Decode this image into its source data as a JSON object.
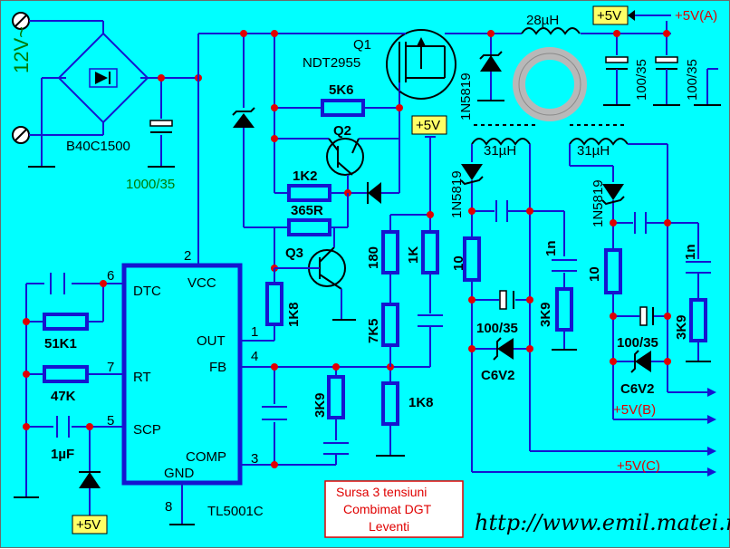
{
  "input": {
    "voltage": "12V~",
    "bridge": "B40C1500",
    "cap": "1000/35"
  },
  "ic": {
    "name": "TL5001C",
    "pins": {
      "dtc": "DTC",
      "vcc": "VCC",
      "rt": "RT",
      "scp": "SCP",
      "out": "OUT",
      "fb": "FB",
      "comp": "COMP",
      "gnd": "GND"
    },
    "pin_numbers": {
      "dtc": "6",
      "vcc": "2",
      "rt": "7",
      "scp": "5",
      "out": "1",
      "fb": "4",
      "comp": "3",
      "gnd": "8"
    }
  },
  "components": {
    "q1": "Q1",
    "q1_part": "NDT2955",
    "q2": "Q2",
    "q3": "Q3",
    "r_5k6": "5K6",
    "r_1k2": "1K2",
    "r_365": "365R",
    "r_1k8_q3": "1K8",
    "r_51k1": "51K1",
    "r_47k": "47K",
    "c_1uf": "1µF",
    "r_180": "180",
    "r_1k": "1K",
    "r_7k5": "7K5",
    "r_1k8_fb": "1K8",
    "r_3k9_comp": "3K9",
    "l_main": "28µH",
    "d_main": "1N5819",
    "c_out1": "100/35",
    "c_out2": "100/35",
    "l_b": "31µH",
    "d_b": "1N5819",
    "c_b_1n": "1n",
    "r_b_10": "10",
    "r_b_3k9": "3K9",
    "c_b_100": "100/35",
    "z_b": "C6V2",
    "l_c": "31µH",
    "d_c": "1N5819",
    "c_c_1n": "1n",
    "r_c_10": "10",
    "r_c_3k9": "3K9",
    "c_c_100": "100/35",
    "z_c": "C6V2"
  },
  "tags": {
    "plus5v": "+5V"
  },
  "outputs": {
    "a": "+5V(A)",
    "b": "+5V(B)",
    "c": "+5V(C)"
  },
  "title": {
    "line1": "Sursa 3 tensiuni",
    "line2": "Combimat DGT",
    "line3": "Leventi"
  },
  "url": "http://www.emil.matei.ro",
  "colors": {
    "background": "#00ffff",
    "wire": "#1515d0",
    "node": "#e00000",
    "text_green": "#007a00",
    "tag": "#ffff66"
  }
}
